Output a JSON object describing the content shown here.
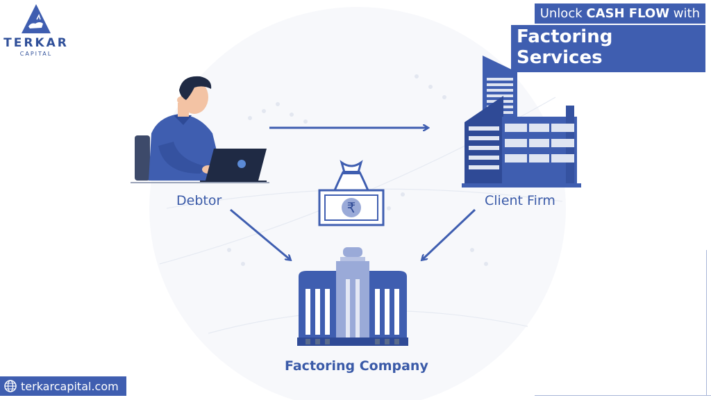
{
  "logo": {
    "brand": "TERKAR",
    "sub": "CAPITAL"
  },
  "headline": {
    "prefix": "Unlock ",
    "emphasis": "CASH FLOW",
    "suffix": " with",
    "line2": "Factoring Services"
  },
  "nodes": {
    "debtor": {
      "label": "Debtor",
      "icon": "person-laptop-icon"
    },
    "client": {
      "label": "Client Firm",
      "icon": "office-building-icon"
    },
    "factoring": {
      "label": "Factoring Company",
      "icon": "bank-building-icon"
    },
    "money": {
      "icon": "rupee-money-bag-icon"
    }
  },
  "website": {
    "url": "terkarcapital.com",
    "icon": "globe-icon"
  },
  "colors": {
    "primary": "#3f5eb0",
    "light": "#9aaad8",
    "dark": "#2a3f86"
  }
}
